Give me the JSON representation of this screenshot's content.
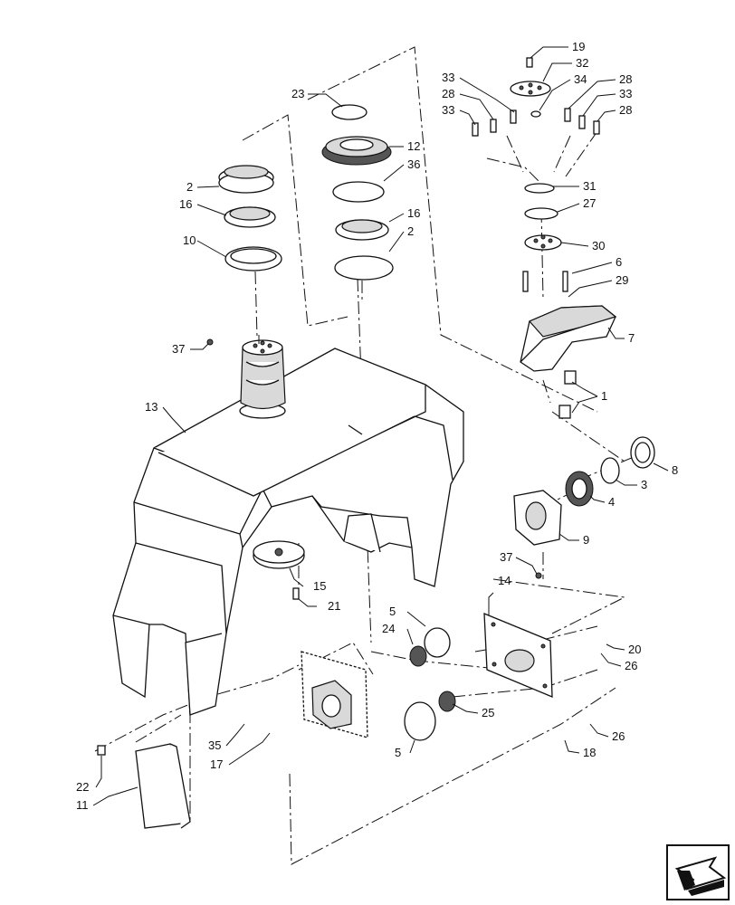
{
  "callouts": [
    "19",
    "32",
    "33",
    "28",
    "34",
    "28",
    "33",
    "33",
    "28",
    "23",
    "12",
    "36",
    "2",
    "16",
    "10",
    "16",
    "2",
    "31",
    "27",
    "30",
    "6",
    "29",
    "7",
    "37",
    "13",
    "1",
    "8",
    "3",
    "4",
    "9",
    "37",
    "14",
    "15",
    "21",
    "5",
    "24",
    "20",
    "26",
    "25",
    "5",
    "26",
    "18",
    "35",
    "17",
    "22",
    "11"
  ],
  "nav_button": {
    "icon": "next-page-arrow-icon"
  }
}
